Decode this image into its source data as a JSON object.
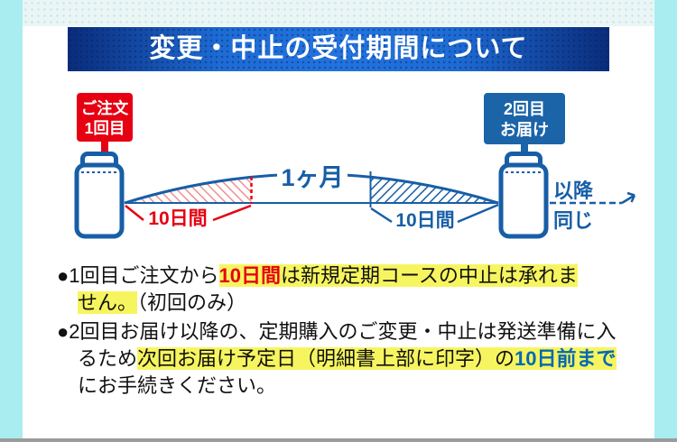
{
  "colors": {
    "accent_red": "#e60012",
    "accent_blue": "#175ea6",
    "bright_blue": "#0068b7",
    "highlight_yellow": "#f7f55f",
    "header_center_blue": "#2373de",
    "header_edge_navy": "#0a2c7a",
    "top_band": "#e9f6f5",
    "side_strip_cyan": "#a9edf0",
    "bottom_bar_grey": "#9b9b9b"
  },
  "header": {
    "title": "変更・中止の受付期間について"
  },
  "diagram": {
    "order_label": {
      "line1": "ご注文",
      "line2": "1回目"
    },
    "delivery_label": {
      "line1": "2回目",
      "line2": "お届け"
    },
    "month_label": "1ヶ月",
    "first_period_label": "10日間",
    "second_period_label": "10日間",
    "after_label": {
      "line1": "以降",
      "line2": "同じ"
    }
  },
  "notes": [
    {
      "segments": [
        {
          "style": "plain",
          "text": "●1回目ご注文から"
        },
        {
          "style": "redhl",
          "text": "10日間"
        },
        {
          "style": "hl",
          "text": "は新規定期コースの中止は承れま\nせん。"
        },
        {
          "style": "plain",
          "text": "（初回のみ）"
        }
      ]
    },
    {
      "segments": [
        {
          "style": "plain",
          "text": "●2回目お届け以降の、定期購入のご変更・中止は発送準備に入\nるため"
        },
        {
          "style": "hl",
          "text": "次回お届け予定日（明細書上部に印字）の"
        },
        {
          "style": "bluehl",
          "text": "10日前まで"
        },
        {
          "style": "plain",
          "text": "\nにお手続きください。"
        }
      ]
    }
  ]
}
